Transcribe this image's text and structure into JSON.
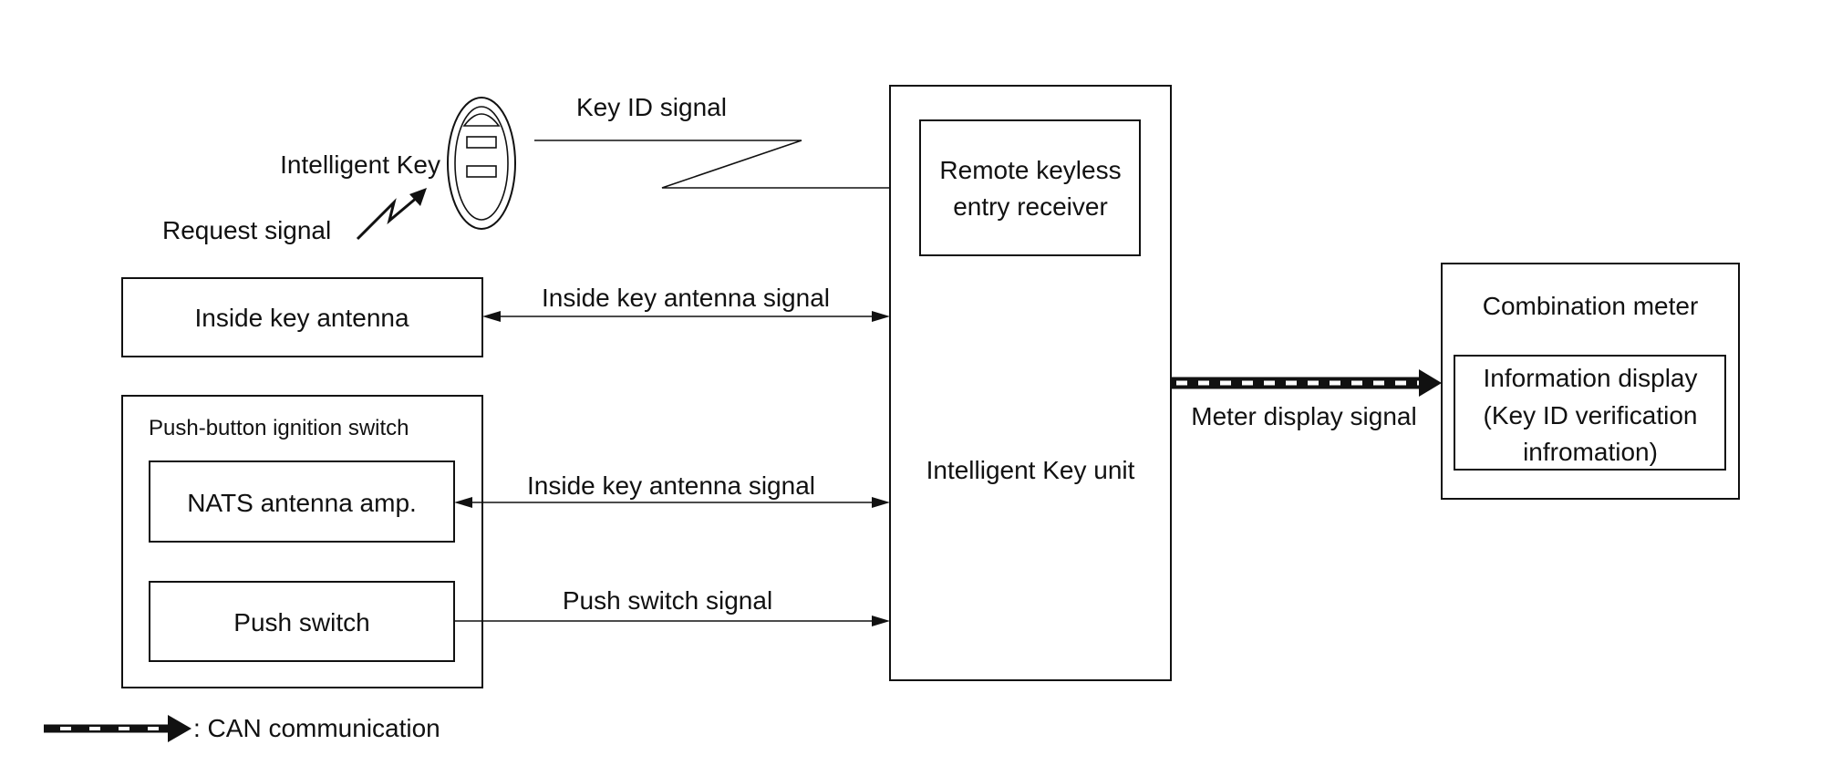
{
  "blocks": {
    "intelligent_key_fob": "Intelligent Key",
    "remote_keyless_entry_receiver": [
      "Remote keyless",
      "entry receiver"
    ],
    "intelligent_key_unit": "Intelligent Key unit",
    "inside_key_antenna": "Inside key antenna",
    "push_button_ignition_switch": "Push-button ignition switch",
    "nats_antenna_amp": "NATS antenna amp.",
    "push_switch": "Push switch",
    "combination_meter": "Combination meter",
    "information_display": [
      "Information display",
      "(Key ID verification",
      "infromation)"
    ]
  },
  "signals": {
    "key_id": "Key ID signal",
    "request": "Request signal",
    "inside_key_antenna_1": "Inside key antenna signal",
    "inside_key_antenna_2": "Inside key antenna signal",
    "push_switch": "Push switch signal",
    "meter_display": "Meter display signal"
  },
  "legend": {
    "can_communication": ": CAN communication"
  },
  "colors": {
    "ink": "#111111",
    "background": "#ffffff"
  }
}
